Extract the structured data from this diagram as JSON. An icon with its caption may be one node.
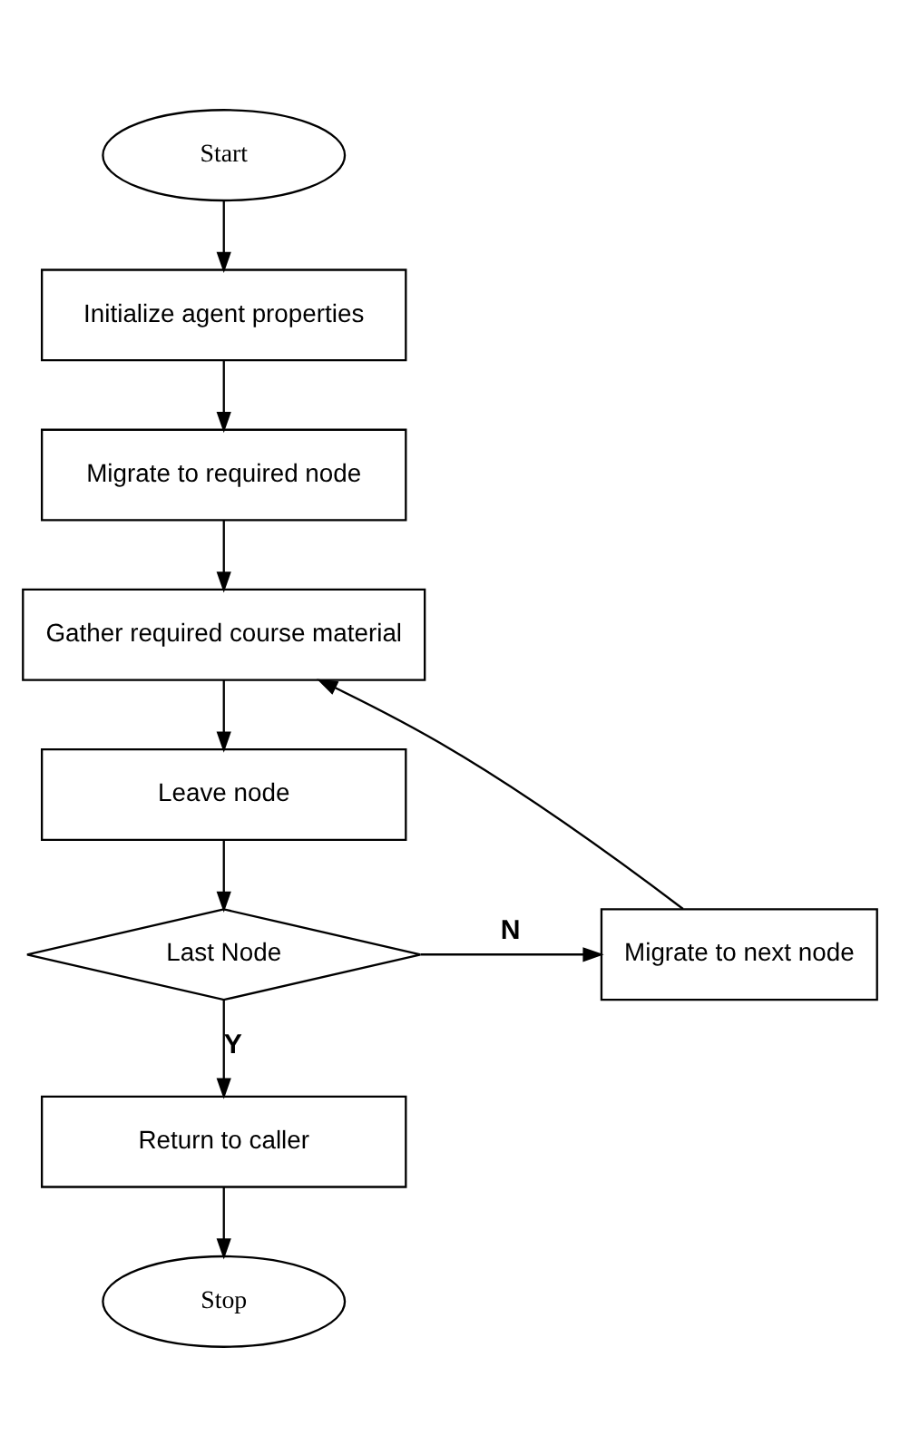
{
  "diagram": {
    "nodes": [
      {
        "text": [
          "Start"
        ]
      },
      {
        "text": [
          "Initialize agent properties"
        ]
      },
      {
        "text": [
          "Migrate to required node"
        ]
      },
      {
        "text": [
          "Gather required course material"
        ]
      },
      {
        "text": [
          "Leave node"
        ]
      },
      {
        "text": [
          "Last Node"
        ]
      },
      {
        "text": [
          "Migrate to next node"
        ]
      },
      {
        "text": [
          "Return to caller"
        ]
      },
      {
        "text": [
          "Stop"
        ]
      }
    ],
    "edges": [
      {
        "from": 0,
        "to": 1,
        "arrow": "to"
      },
      {
        "from": 1,
        "to": 2,
        "arrow": "to"
      },
      {
        "from": 2,
        "to": 3,
        "arrow": "to"
      },
      {
        "from": 3,
        "to": 4,
        "arrow": "to"
      },
      {
        "from": 4,
        "to": 5,
        "arrow": "to"
      },
      {
        "from": 5,
        "to": 6,
        "label": "N",
        "arrow": "to"
      },
      {
        "from": 6,
        "to": 3,
        "arrow": "to"
      },
      {
        "from": 5,
        "to": 7,
        "label": "Y",
        "arrow": "to"
      },
      {
        "from": 7,
        "to": 8,
        "arrow": "to"
      }
    ]
  }
}
